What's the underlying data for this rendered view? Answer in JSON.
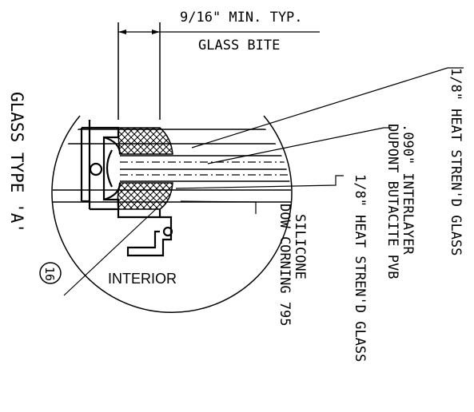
{
  "title": "GLASS TYPE 'A'",
  "detail_number": "16",
  "dimension": {
    "label": "9/16\" MIN. TYP.",
    "sublabel": "GLASS BITE"
  },
  "interior_label": "INTERIOR",
  "callouts": {
    "outer_glass": "1/8\" HEAT STREN'D GLASS",
    "interlayer_line1": ".090\" INTERLAYER",
    "interlayer_line2": "DUPONT BUTACITE PVB",
    "inner_glass": "1/8\" HEAT STREN'D GLASS",
    "sealant_line1": "SILICONE",
    "sealant_line2": "DOW CORNING 795"
  },
  "colors": {
    "ink": "#000000",
    "background": "#ffffff"
  }
}
